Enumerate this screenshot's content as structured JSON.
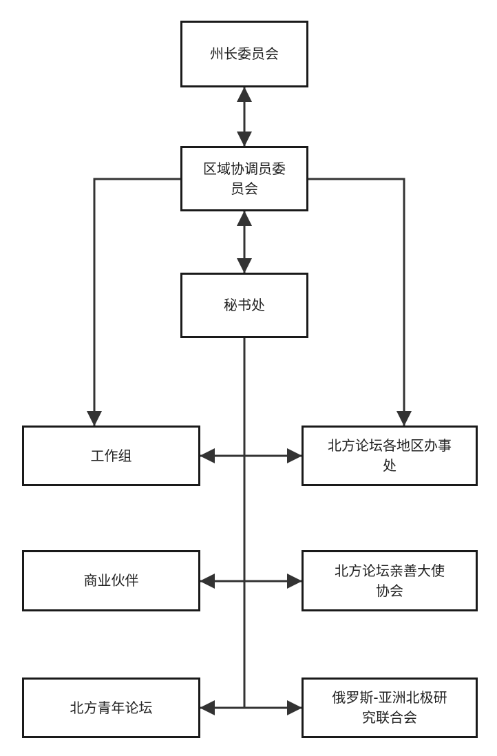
{
  "nodes": {
    "governors_committee": "州长委员会",
    "regional_coordinators": "区域协调员委\n员会",
    "secretariat": "秘书处",
    "working_groups": "工作组",
    "regional_offices": "北方论坛各地区办事\n处",
    "business_partners": "商业伙伴",
    "goodwill_ambassadors": "北方论坛亲善大使\n协会",
    "youth_forum": "北方青年论坛",
    "arctic_research": "俄罗斯-亚洲北极研\n究联合会"
  },
  "colors": {
    "line": "#333333",
    "border": "#1a1a1a"
  }
}
